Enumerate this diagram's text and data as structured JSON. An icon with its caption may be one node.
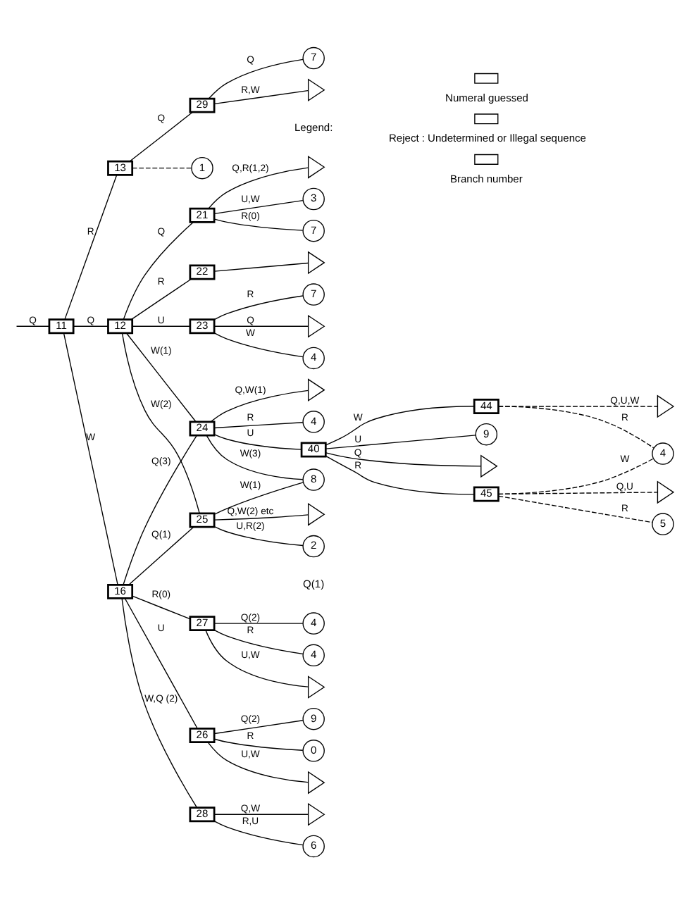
{
  "diagram": {
    "nodes": [
      {
        "text": [
          "11"
        ]
      },
      {
        "text": [
          "13"
        ]
      },
      {
        "text": [
          "29"
        ]
      },
      {
        "text": [
          "7"
        ]
      },
      {
        "text": [],
        "shape": "triangle"
      },
      {
        "text": [
          "1"
        ]
      },
      {
        "text": [
          "12"
        ]
      },
      {
        "text": [
          "21"
        ]
      },
      {
        "text": [],
        "shape": "triangle"
      },
      {
        "text": [
          "3"
        ]
      },
      {
        "text": [
          "7"
        ]
      },
      {
        "text": [
          "22"
        ]
      },
      {
        "text": [],
        "shape": "triangle"
      },
      {
        "text": [
          "23"
        ]
      },
      {
        "text": [
          "7"
        ]
      },
      {
        "text": [],
        "shape": "triangle"
      },
      {
        "text": [
          "4"
        ]
      },
      {
        "text": [
          "24"
        ]
      },
      {
        "text": [],
        "shape": "triangle"
      },
      {
        "text": [
          "4"
        ]
      },
      {
        "text": [
          "40"
        ]
      },
      {
        "text": [
          "8"
        ]
      },
      {
        "text": [
          "25"
        ]
      },
      {
        "text": [],
        "shape": "triangle"
      },
      {
        "text": [
          "2"
        ]
      },
      {
        "text": [
          "45"
        ]
      },
      {
        "text": [],
        "shape": "triangle"
      },
      {
        "text": [
          "5"
        ]
      },
      {
        "text": [
          "44"
        ]
      },
      {
        "text": [
          "4"
        ]
      },
      {
        "text": [],
        "shape": "triangle"
      },
      {
        "text": [
          "9"
        ]
      },
      {
        "text": [],
        "shape": "triangle"
      },
      {
        "text": [
          "16"
        ]
      },
      {
        "text": [
          "27"
        ]
      },
      {
        "text": [
          "4"
        ]
      },
      {
        "text": [
          "4"
        ]
      },
      {
        "text": [],
        "shape": "triangle"
      },
      {
        "text": [
          "26"
        ]
      },
      {
        "text": [
          "9"
        ]
      },
      {
        "text": [
          "0"
        ]
      },
      {
        "text": [],
        "shape": "triangle"
      },
      {
        "text": [
          "28"
        ]
      },
      {
        "text": [
          "6"
        ]
      },
      {
        "text": [],
        "shape": "triangle"
      }
    ],
    "edges": [
      {
        "from": null,
        "to": 0,
        "arrow": "none",
        "label": "Q"
      },
      {
        "from": 0,
        "to": 1,
        "arrow": "none",
        "label": "R"
      },
      {
        "from": 0,
        "to": 6,
        "arrow": "none",
        "label": "Q"
      },
      {
        "from": 0,
        "to": 33,
        "arrow": "none",
        "label": "W"
      },
      {
        "from": 1,
        "to": 2,
        "arrow": "none",
        "label": "Q"
      },
      {
        "from": 1,
        "to": 5,
        "arrow": "none",
        "style": "dashed"
      },
      {
        "from": 2,
        "to": 3,
        "arrow": "none",
        "label": "Q"
      },
      {
        "from": 2,
        "to": 4,
        "arrow": "none",
        "label": "R,W"
      },
      {
        "from": 6,
        "to": 7,
        "arrow": "none",
        "label": "Q"
      },
      {
        "from": 6,
        "to": 11,
        "arrow": "none",
        "label": "R"
      },
      {
        "from": 6,
        "to": 13,
        "arrow": "none",
        "label": "U"
      },
      {
        "from": 6,
        "to": 17,
        "arrow": "none",
        "label": "W(1)"
      },
      {
        "from": 6,
        "to": 22,
        "arrow": "none",
        "label": "W(2)"
      },
      {
        "from": 7,
        "to": 8,
        "arrow": "none",
        "label": "Q,R(1,2)"
      },
      {
        "from": 7,
        "to": 9,
        "arrow": "none",
        "label": "U,W"
      },
      {
        "from": 7,
        "to": 10,
        "arrow": "none",
        "label": "R(0)"
      },
      {
        "from": 11,
        "to": 12,
        "arrow": "none"
      },
      {
        "from": 13,
        "to": 14,
        "arrow": "none",
        "label": "R"
      },
      {
        "from": 13,
        "to": 15,
        "arrow": "none",
        "label": "Q"
      },
      {
        "from": 13,
        "to": 16,
        "arrow": "none",
        "label": "W"
      },
      {
        "from": 17,
        "to": 18,
        "arrow": "none",
        "label": "Q,W(1)"
      },
      {
        "from": 17,
        "to": 19,
        "arrow": "none",
        "label": "R"
      },
      {
        "from": 17,
        "to": 20,
        "arrow": "none",
        "label": "U"
      },
      {
        "from": 17,
        "to": 21,
        "arrow": "none",
        "label": "W(3)"
      },
      {
        "from": 22,
        "to": 21,
        "arrow": "none",
        "label": "W(1)"
      },
      {
        "from": 22,
        "to": 23,
        "arrow": "none",
        "label": "Q,W(2) etc"
      },
      {
        "from": 22,
        "to": 24,
        "arrow": "none",
        "label": "U,R(2)"
      },
      {
        "from": 20,
        "to": 32,
        "arrow": "none",
        "label": "Q"
      },
      {
        "from": 20,
        "to": 25,
        "arrow": "none",
        "label": "R"
      },
      {
        "from": 20,
        "to": 28,
        "arrow": "none",
        "label": "W"
      },
      {
        "from": 20,
        "to": 31,
        "arrow": "none",
        "label": "U"
      },
      {
        "from": 25,
        "to": 26,
        "arrow": "none",
        "label": "Q,U",
        "style": "dashed"
      },
      {
        "from": 25,
        "to": 27,
        "arrow": "none",
        "label": "R",
        "style": "dashed"
      },
      {
        "from": 25,
        "to": 29,
        "arrow": "none",
        "label": "W",
        "style": "dashed"
      },
      {
        "from": 28,
        "to": 29,
        "arrow": "none",
        "label": "R",
        "style": "dashed"
      },
      {
        "from": 28,
        "to": 30,
        "arrow": "none",
        "label": "Q,U,W",
        "style": "dashed"
      },
      {
        "from": 33,
        "to": 17,
        "arrow": "none",
        "label": "Q(3)"
      },
      {
        "from": 33,
        "to": 22,
        "arrow": "none",
        "label": "Q(1)"
      },
      {
        "from": 33,
        "to": 34,
        "arrow": "none",
        "label": "R(0)"
      },
      {
        "from": 33,
        "to": 38,
        "arrow": "none",
        "label": "U"
      },
      {
        "from": 33,
        "to": 42,
        "arrow": "none",
        "label": "W,Q (2)"
      },
      {
        "from": 34,
        "to": 35,
        "arrow": "none",
        "label": "Q(2)"
      },
      {
        "from": 34,
        "to": 36,
        "arrow": "none",
        "label": "R"
      },
      {
        "from": 34,
        "to": 37,
        "arrow": "none",
        "label": "U,W"
      },
      {
        "from": 38,
        "to": 39,
        "arrow": "none",
        "label": "Q(2)"
      },
      {
        "from": 38,
        "to": 40,
        "arrow": "none",
        "label": "R"
      },
      {
        "from": 38,
        "to": 41,
        "arrow": "none",
        "label": "U,W"
      },
      {
        "from": 42,
        "to": 43,
        "arrow": "none",
        "label": "R,U"
      },
      {
        "from": 42,
        "to": 44,
        "arrow": "none",
        "label": "Q,W"
      }
    ],
    "labels": [
      "Q(1)",
      "Legend:"
    ],
    "legend": [
      {
        "text": "Numeral guessed"
      },
      {
        "text": "Reject : Undetermined or Illegal sequence"
      },
      {
        "text": "Branch number"
      }
    ]
  }
}
